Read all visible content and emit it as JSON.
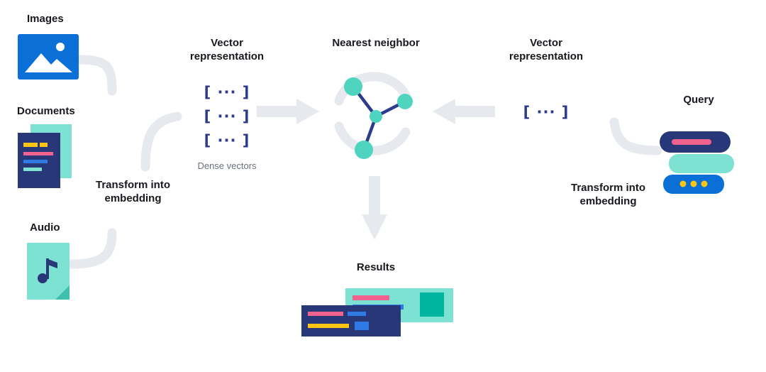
{
  "sources": {
    "images_label": "Images",
    "documents_label": "Documents",
    "audio_label": "Audio"
  },
  "left": {
    "transform_label": "Transform into embedding",
    "vector_title": "Vector representation",
    "vectors": [
      "[ ··· ]",
      "[ ··· ]",
      "[ ··· ]"
    ],
    "caption": "Dense vectors"
  },
  "center": {
    "title": "Nearest neighbor",
    "results_label": "Results"
  },
  "right": {
    "vector_title": "Vector representation",
    "vector": "[ ··· ]",
    "transform_label": "Transform into embedding",
    "query_label": "Query"
  },
  "colors": {
    "blue": "#0b6fd8",
    "teal": "#7de2d2",
    "teal_dark": "#00b5a0",
    "navy": "#283778",
    "navy_line": "#2e3c8c",
    "pink": "#f1628f",
    "yellow": "#fec514",
    "pipe_gray": "#e6e9ee",
    "text_dark": "#17191e",
    "caption_gray": "#69707d"
  }
}
